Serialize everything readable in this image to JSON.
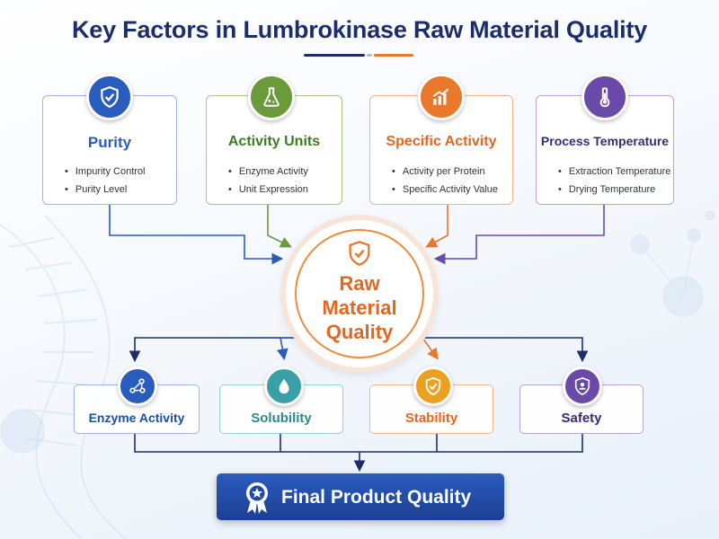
{
  "title": "Key Factors in Lumbrokinase Raw Material Quality",
  "colors": {
    "blue": "#2a5cbe",
    "green": "#6a9a3a",
    "orange": "#e9782a",
    "purple": "#6a4aa8",
    "navy": "#1b2e6b"
  },
  "factors": [
    {
      "title": "Purity",
      "icon": "shield-check-icon",
      "items": [
        "Impurity Control",
        "Purity Level"
      ]
    },
    {
      "title": "Activity Units",
      "icon": "flask-icon",
      "items": [
        "Enzyme Activity",
        "Unit Expression"
      ]
    },
    {
      "title": "Specific Activity",
      "icon": "bar-chart-icon",
      "items": [
        "Activity per Protein",
        "Specific Activity Value"
      ]
    },
    {
      "title": "Process Temperature",
      "icon": "thermometer-icon",
      "items": [
        "Extraction Temperature",
        "Drying Temperature"
      ]
    }
  ],
  "center": {
    "line1": "Raw",
    "line2": "Material",
    "line3": "Quality",
    "icon": "shield-check-icon"
  },
  "outcomes": [
    {
      "label": "Enzyme Activity",
      "icon": "molecule-icon"
    },
    {
      "label": "Solubility",
      "icon": "droplet-icon"
    },
    {
      "label": "Stability",
      "icon": "shield-check-icon"
    },
    {
      "label": "Safety",
      "icon": "person-shield-icon"
    }
  ],
  "final": {
    "label": "Final Product Quality",
    "icon": "award-ribbon-icon"
  }
}
